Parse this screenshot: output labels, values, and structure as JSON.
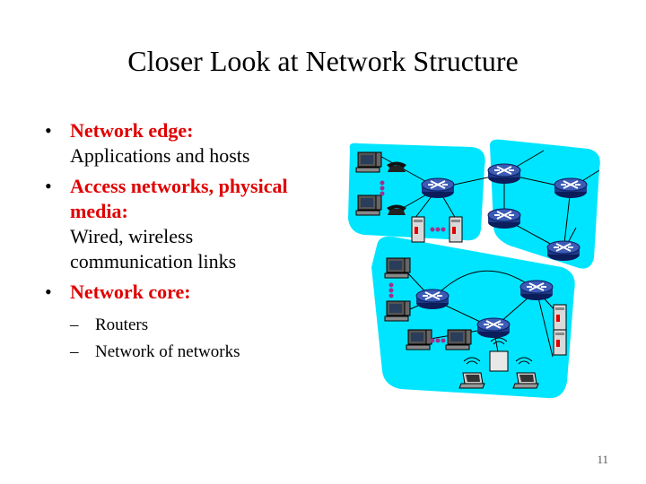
{
  "slide": {
    "title": "Closer Look at Network Structure",
    "bullets": [
      {
        "heading": "Network edge:",
        "text": "Applications and hosts"
      },
      {
        "heading": "Access networks, physical media:",
        "text": "Wired, wireless communication links"
      },
      {
        "heading": "Network core:",
        "text": ""
      }
    ],
    "sub_bullets": [
      "Routers",
      "Network of networks"
    ],
    "page_number": "11"
  },
  "colors": {
    "accent": "#e00000",
    "network_cloud": "#00e5ff",
    "router": "#1e3a8a"
  }
}
